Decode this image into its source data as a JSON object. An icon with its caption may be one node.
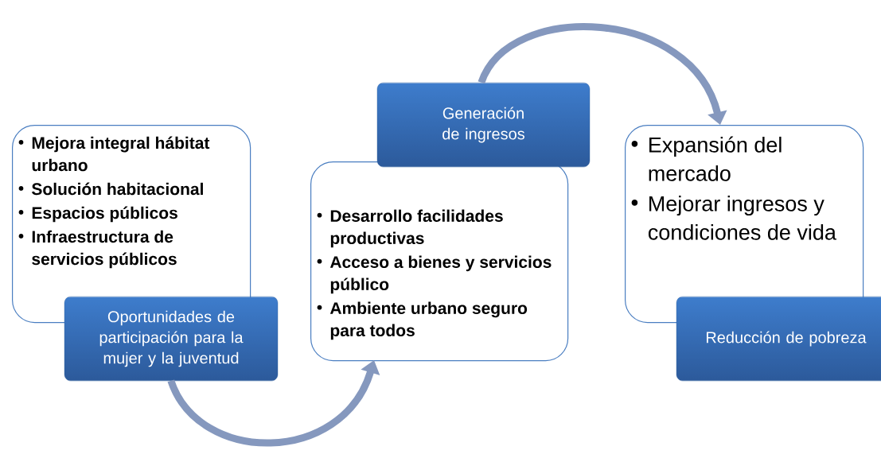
{
  "diagram": {
    "nodes": [
      {
        "text": [
          "Mejora integral hábitat urbano",
          "Solución habitacional",
          "Espacios públicos",
          "Infraestructura de servicios públicos"
        ]
      },
      {
        "text": [
          "Oportunidades de participación para la mujer y la juventud"
        ]
      },
      {
        "text": [
          "Generación de ingresos"
        ]
      },
      {
        "text": [
          "Desarrollo facilidades productivas",
          "Acceso a bienes y servicios público",
          "Ambiente urbano seguro para todos"
        ]
      },
      {
        "text": [
          "Expansión del mercado",
          "Mejorar ingresos y condiciones de vida"
        ]
      },
      {
        "text": [
          "Reducción de pobreza"
        ]
      }
    ],
    "edges": [
      {
        "from": 1,
        "to": 3,
        "arrow": "to"
      },
      {
        "from": 2,
        "to": 4,
        "arrow": "to"
      }
    ]
  }
}
